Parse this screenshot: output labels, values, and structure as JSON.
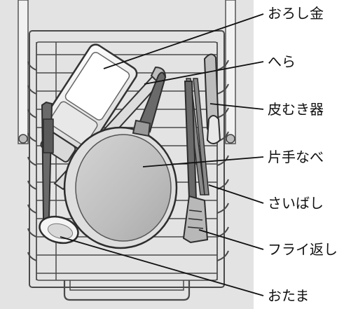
{
  "callouts": [
    {
      "id": "grater",
      "label": "おろし金"
    },
    {
      "id": "spatula",
      "label": "へら"
    },
    {
      "id": "peeler",
      "label": "皮むき器"
    },
    {
      "id": "saucepan",
      "label": "片手なべ"
    },
    {
      "id": "chopsticks",
      "label": "さいばし"
    },
    {
      "id": "turner",
      "label": "フライ返し"
    },
    {
      "id": "ladle",
      "label": "おたま"
    }
  ],
  "colors": {
    "wall": "#e3e3e3",
    "wire": "#4a4a4a",
    "pan_fill": "#c9c9c9",
    "pan_rim": "#dedede",
    "handle_dark": "#6a6a6a",
    "line": "#111111"
  }
}
